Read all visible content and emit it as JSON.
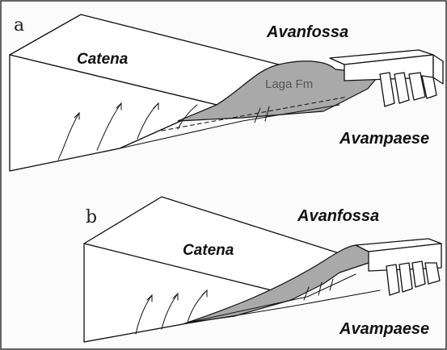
{
  "panels": [
    {
      "letter": "a",
      "chain_label": "Catena",
      "foredeep_label": "Avanfossa",
      "foreland_label": "Avampaese",
      "formation_label": "Laga Fm"
    },
    {
      "letter": "b",
      "chain_label": "Catena",
      "foredeep_label": "Avanfossa",
      "foreland_label": "Avampaese"
    }
  ],
  "colors": {
    "sediment_fill": "#a9a9a9",
    "line": "#111111",
    "frame": "#333333"
  }
}
